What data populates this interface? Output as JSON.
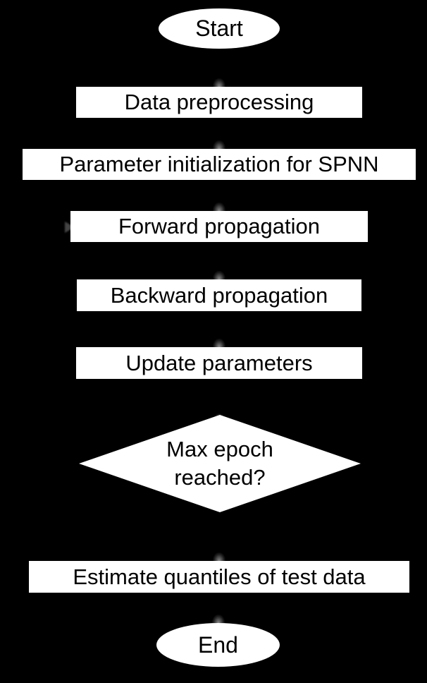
{
  "flowchart": {
    "title": "SPNN training flowchart",
    "colors": {
      "background": "#000000",
      "shape_fill": "#ffffff",
      "text": "#000000"
    },
    "nodes": [
      {
        "id": "start",
        "type": "terminator",
        "label": "Start"
      },
      {
        "id": "prep",
        "type": "process",
        "label": "Data preprocessing"
      },
      {
        "id": "init",
        "type": "process",
        "label": "Parameter initialization for SPNN"
      },
      {
        "id": "forward",
        "type": "process",
        "label": "Forward propagation"
      },
      {
        "id": "backward",
        "type": "process",
        "label": "Backward propagation"
      },
      {
        "id": "update",
        "type": "process",
        "label": "Update parameters"
      },
      {
        "id": "decision",
        "type": "decision",
        "label": "Max epoch reached?",
        "label_line1": "Max epoch",
        "label_line2": "reached?"
      },
      {
        "id": "estimate",
        "type": "process",
        "label": "Estimate quantiles of test data"
      },
      {
        "id": "end",
        "type": "terminator",
        "label": "End"
      }
    ]
  }
}
